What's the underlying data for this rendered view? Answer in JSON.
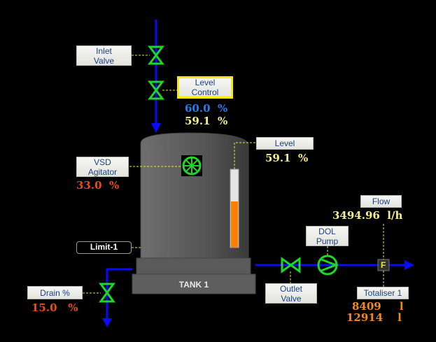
{
  "labels": {
    "inlet_valve": [
      "Inlet",
      "Valve"
    ],
    "level_control": [
      "Level",
      "Control"
    ],
    "vsd_agitator": [
      "VSD",
      "Agitator"
    ],
    "level": "Level",
    "limit": "Limit-1",
    "drain": "Drain %",
    "outlet_valve": [
      "Outlet",
      "Valve"
    ],
    "dol_pump": [
      "DOL",
      "Pump"
    ],
    "flow": "Flow",
    "totaliser": "Totaliser 1",
    "tank": "TANK 1",
    "flow_meter_glyph": "F"
  },
  "values": {
    "level_setpoint": "60.0  %",
    "level_control_pv": "59.1  %",
    "level_pv": "59.1  %",
    "agitator_speed": "33.0  %",
    "drain_pct": "15.0   %",
    "flow_rate": "3494.96  l/h",
    "totaliser_1": "8409     l",
    "totaliser_2": "12914    l"
  },
  "tank_level_fraction": 0.591,
  "colors": {
    "pipe": "#0a0aff",
    "valve": "#1fd62a",
    "tank": "#5c5c5c",
    "level_fill": "#ff7f00",
    "connector": "#e8e82a"
  }
}
